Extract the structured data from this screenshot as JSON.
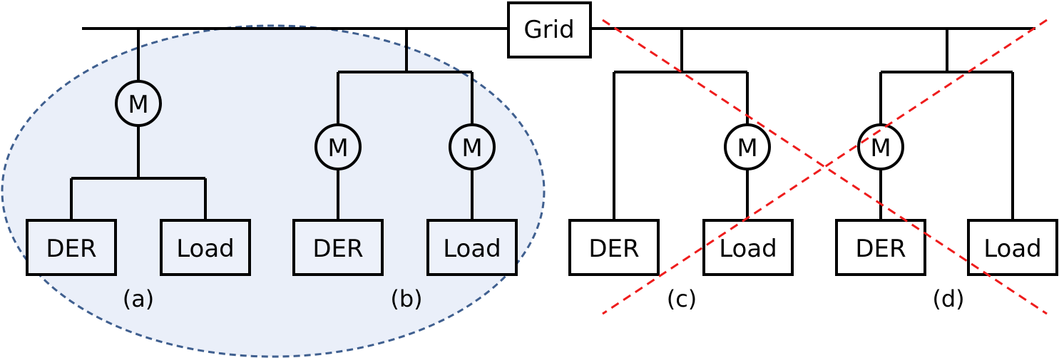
{
  "grid": {
    "label": "Grid"
  },
  "labels": {
    "meter": "M",
    "der": "DER",
    "load": "Load"
  },
  "configurations": [
    {
      "id": "a",
      "caption": "(a)",
      "valid": true
    },
    {
      "id": "b",
      "caption": "(b)",
      "valid": true
    },
    {
      "id": "c",
      "caption": "(c)",
      "valid": false
    },
    {
      "id": "d",
      "caption": "(d)",
      "valid": false
    }
  ],
  "colors": {
    "highlight_fill": "#eaeff9",
    "highlight_border": "#3f5f8f",
    "invalid_mark": "#ee1c1c"
  }
}
